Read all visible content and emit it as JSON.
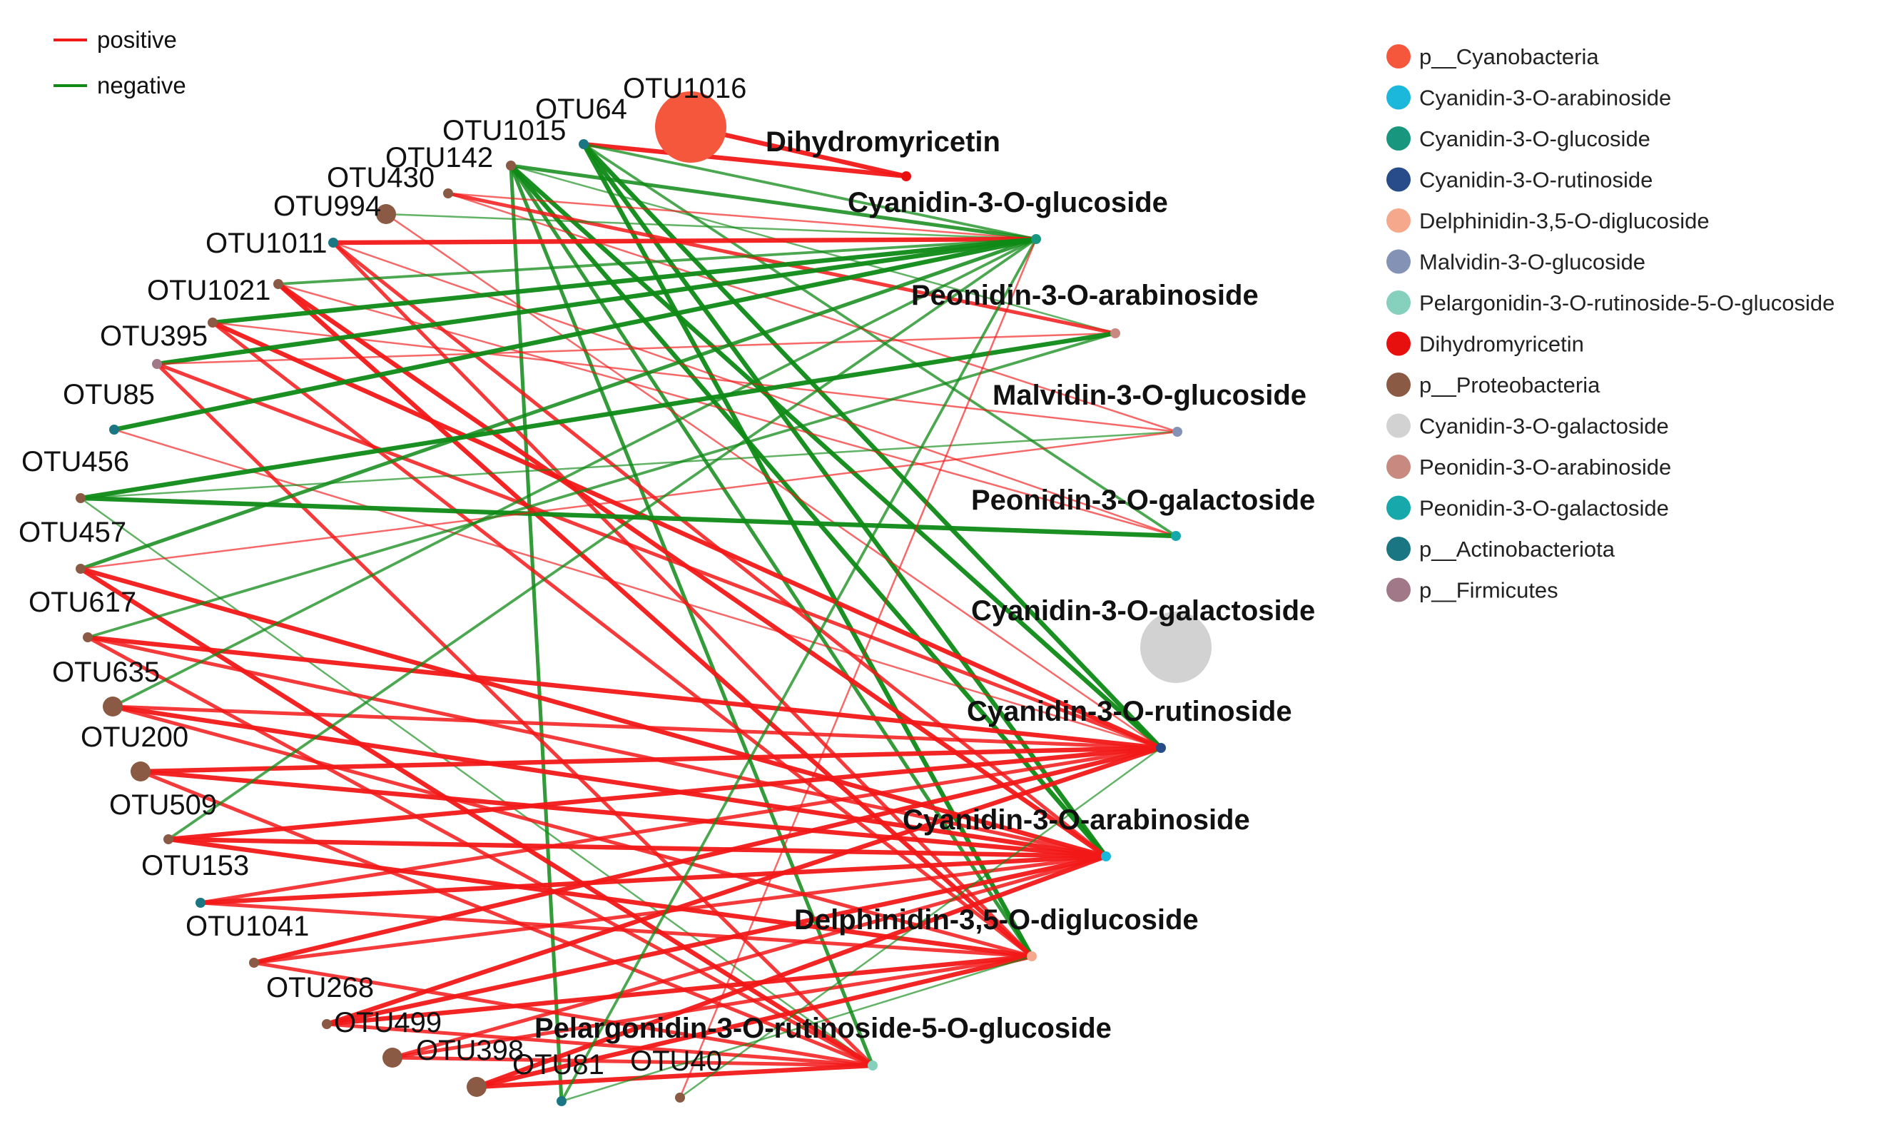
{
  "colors": {
    "positive": "#f21818",
    "negative": "#0f8a16"
  },
  "edge_legend": [
    {
      "label": "positive",
      "type": "positive"
    },
    {
      "label": "negative",
      "type": "negative"
    }
  ],
  "node_legend": [
    {
      "label": "p__Cyanobacteria",
      "color": "#f4573c"
    },
    {
      "label": "Cyanidin-3-O-arabinoside",
      "color": "#1cb8dc"
    },
    {
      "label": "Cyanidin-3-O-glucoside",
      "color": "#18967e"
    },
    {
      "label": "Cyanidin-3-O-rutinoside",
      "color": "#284c8a"
    },
    {
      "label": "Delphinidin-3,5-O-diglucoside",
      "color": "#f6a88c"
    },
    {
      "label": "Malvidin-3-O-glucoside",
      "color": "#8492b6"
    },
    {
      "label": "Pelargonidin-3-O-rutinoside-5-O-glucoside",
      "color": "#86d0be"
    },
    {
      "label": "Dihydromyricetin",
      "color": "#e8100e"
    },
    {
      "label": "p__Proteobacteria",
      "color": "#8a5a44"
    },
    {
      "label": "Cyanidin-3-O-galactoside",
      "color": "#d2d2d2"
    },
    {
      "label": "Peonidin-3-O-arabinoside",
      "color": "#c88a80"
    },
    {
      "label": "Peonidin-3-O-galactoside",
      "color": "#16a8aa"
    },
    {
      "label": "p__Actinobacteriota",
      "color": "#1a7682"
    },
    {
      "label": "p__Firmicutes",
      "color": "#a07888"
    }
  ],
  "nodes": [
    {
      "id": "OTU1016",
      "label": "OTU1016",
      "group": "p__Cyanobacteria",
      "size": "large"
    },
    {
      "id": "OTU64",
      "label": "OTU64",
      "group": "p__Actinobacteriota",
      "size": "small"
    },
    {
      "id": "OTU1015",
      "label": "OTU1015",
      "group": "p__Proteobacteria",
      "size": "small"
    },
    {
      "id": "OTU142",
      "label": "OTU142",
      "group": "p__Proteobacteria",
      "size": "small"
    },
    {
      "id": "OTU430",
      "label": "OTU430",
      "group": "p__Proteobacteria",
      "size": "medium"
    },
    {
      "id": "OTU994",
      "label": "OTU994",
      "group": "p__Actinobacteriota",
      "size": "small"
    },
    {
      "id": "OTU1011",
      "label": "OTU1011",
      "group": "p__Proteobacteria",
      "size": "small"
    },
    {
      "id": "OTU1021",
      "label": "OTU1021",
      "group": "p__Proteobacteria",
      "size": "small"
    },
    {
      "id": "OTU395",
      "label": "OTU395",
      "group": "p__Firmicutes",
      "size": "small"
    },
    {
      "id": "OTU85",
      "label": "OTU85",
      "group": "p__Actinobacteriota",
      "size": "small"
    },
    {
      "id": "OTU456",
      "label": "OTU456",
      "group": "p__Proteobacteria",
      "size": "small"
    },
    {
      "id": "OTU457",
      "label": "OTU457",
      "group": "p__Proteobacteria",
      "size": "small"
    },
    {
      "id": "OTU617",
      "label": "OTU617",
      "group": "p__Proteobacteria",
      "size": "small"
    },
    {
      "id": "OTU635",
      "label": "OTU635",
      "group": "p__Proteobacteria",
      "size": "medium"
    },
    {
      "id": "OTU200",
      "label": "OTU200",
      "group": "p__Proteobacteria",
      "size": "medium"
    },
    {
      "id": "OTU509",
      "label": "OTU509",
      "group": "p__Proteobacteria",
      "size": "small"
    },
    {
      "id": "OTU153",
      "label": "OTU153",
      "group": "p__Actinobacteriota",
      "size": "small"
    },
    {
      "id": "OTU1041",
      "label": "OTU1041",
      "group": "p__Proteobacteria",
      "size": "small"
    },
    {
      "id": "OTU268",
      "label": "OTU268",
      "group": "p__Proteobacteria",
      "size": "small"
    },
    {
      "id": "OTU499",
      "label": "OTU499",
      "group": "p__Proteobacteria",
      "size": "medium"
    },
    {
      "id": "OTU398",
      "label": "OTU398",
      "group": "p__Proteobacteria",
      "size": "medium"
    },
    {
      "id": "OTU81",
      "label": "OTU81",
      "group": "p__Actinobacteriota",
      "size": "small"
    },
    {
      "id": "OTU40",
      "label": "OTU40",
      "group": "p__Proteobacteria",
      "size": "small"
    },
    {
      "id": "DHM",
      "label": "Dihydromyricetin",
      "group": "Dihydromyricetin",
      "size": "small"
    },
    {
      "id": "C3G",
      "label": "Cyanidin-3-O-glucoside",
      "group": "Cyanidin-3-O-glucoside",
      "size": "small"
    },
    {
      "id": "Pn3Ara",
      "label": "Peonidin-3-O-arabinoside",
      "group": "Peonidin-3-O-arabinoside",
      "size": "small"
    },
    {
      "id": "Mv3G",
      "label": "Malvidin-3-O-glucoside",
      "group": "Malvidin-3-O-glucoside",
      "size": "small"
    },
    {
      "id": "Pn3Gal",
      "label": "Peonidin-3-O-galactoside",
      "group": "Peonidin-3-O-galactoside",
      "size": "small"
    },
    {
      "id": "C3Gal",
      "label": "Cyanidin-3-O-galactoside",
      "group": "Cyanidin-3-O-galactoside",
      "size": "large"
    },
    {
      "id": "C3Rut",
      "label": "Cyanidin-3-O-rutinoside",
      "group": "Cyanidin-3-O-rutinoside",
      "size": "small"
    },
    {
      "id": "C3Ara",
      "label": "Cyanidin-3-O-arabinoside",
      "group": "Cyanidin-3-O-arabinoside",
      "size": "small"
    },
    {
      "id": "Dp35",
      "label": "Delphinidin-3,5-O-diglucoside",
      "group": "Delphinidin-3,5-O-diglucoside",
      "size": "small"
    },
    {
      "id": "Pg3R5G",
      "label": "Pelargonidin-3-O-rutinoside-5-O-glucoside",
      "group": "Pelargonidin-3-O-rutinoside-5-O-glucoside",
      "size": "small"
    }
  ],
  "edges": [
    [
      "OTU1016",
      "DHM",
      "positive",
      4
    ],
    [
      "OTU64",
      "DHM",
      "positive",
      4
    ],
    [
      "OTU64",
      "C3G",
      "negative",
      2
    ],
    [
      "OTU64",
      "C3Rut",
      "negative",
      4
    ],
    [
      "OTU64",
      "C3Ara",
      "negative",
      4
    ],
    [
      "OTU64",
      "Dp35",
      "negative",
      4
    ],
    [
      "OTU64",
      "Pn3Gal",
      "negative",
      2
    ],
    [
      "OTU1015",
      "C3G",
      "negative",
      3
    ],
    [
      "OTU1015",
      "Pn3Ara",
      "negative",
      1
    ],
    [
      "OTU1015",
      "C3Rut",
      "negative",
      4
    ],
    [
      "OTU1015",
      "C3Ara",
      "negative",
      4
    ],
    [
      "OTU1015",
      "Dp35",
      "negative",
      3
    ],
    [
      "OTU1015",
      "Pg3R5G",
      "negative",
      3
    ],
    [
      "OTU1015",
      "OTU81",
      "negative",
      3
    ],
    [
      "OTU142",
      "Pn3Ara",
      "positive",
      3
    ],
    [
      "OTU142",
      "C3G",
      "positive",
      1
    ],
    [
      "OTU142",
      "Mv3G",
      "positive",
      1
    ],
    [
      "OTU430",
      "C3G",
      "negative",
      1
    ],
    [
      "OTU430",
      "C3Rut",
      "positive",
      1
    ],
    [
      "OTU994",
      "C3G",
      "positive",
      4
    ],
    [
      "OTU994",
      "Pn3Gal",
      "positive",
      1
    ],
    [
      "OTU994",
      "C3Ara",
      "positive",
      3
    ],
    [
      "OTU994",
      "Dp35",
      "positive",
      3
    ],
    [
      "OTU1011",
      "C3G",
      "negative",
      2
    ],
    [
      "OTU1011",
      "Pn3Gal",
      "positive",
      1
    ],
    [
      "OTU1011",
      "C3Ara",
      "positive",
      4
    ],
    [
      "OTU1011",
      "Dp35",
      "positive",
      4
    ],
    [
      "OTU1021",
      "C3G",
      "negative",
      4
    ],
    [
      "OTU1021",
      "Mv3G",
      "positive",
      1
    ],
    [
      "OTU1021",
      "C3Rut",
      "positive",
      4
    ],
    [
      "OTU1021",
      "Dp35",
      "positive",
      3
    ],
    [
      "OTU395",
      "C3G",
      "negative",
      4
    ],
    [
      "OTU395",
      "Pn3Ara",
      "positive",
      1
    ],
    [
      "OTU395",
      "C3Rut",
      "positive",
      3
    ],
    [
      "OTU395",
      "Pg3R5G",
      "positive",
      3
    ],
    [
      "OTU85",
      "C3G",
      "negative",
      4
    ],
    [
      "OTU85",
      "C3Rut",
      "positive",
      1
    ],
    [
      "OTU456",
      "Pn3Ara",
      "negative",
      4
    ],
    [
      "OTU456",
      "Mv3G",
      "negative",
      1
    ],
    [
      "OTU456",
      "Pn3Gal",
      "negative",
      4
    ],
    [
      "OTU456",
      "Pg3R5G",
      "negative",
      1
    ],
    [
      "OTU457",
      "C3G",
      "negative",
      3
    ],
    [
      "OTU457",
      "Mv3G",
      "positive",
      1
    ],
    [
      "OTU457",
      "C3Ara",
      "positive",
      4
    ],
    [
      "OTU457",
      "Pg3R5G",
      "positive",
      4
    ],
    [
      "OTU617",
      "C3Rut",
      "positive",
      4
    ],
    [
      "OTU617",
      "C3Ara",
      "positive",
      3
    ],
    [
      "OTU617",
      "Pg3R5G",
      "positive",
      3
    ],
    [
      "OTU617",
      "Pn3Ara",
      "negative",
      2
    ],
    [
      "OTU635",
      "C3G",
      "negative",
      2
    ],
    [
      "OTU635",
      "C3Rut",
      "positive",
      3
    ],
    [
      "OTU635",
      "C3Ara",
      "positive",
      4
    ],
    [
      "OTU635",
      "Dp35",
      "positive",
      3
    ],
    [
      "OTU200",
      "C3Rut",
      "positive",
      4
    ],
    [
      "OTU200",
      "C3Ara",
      "positive",
      4
    ],
    [
      "OTU200",
      "Pg3R5G",
      "positive",
      3
    ],
    [
      "OTU509",
      "C3G",
      "negative",
      2
    ],
    [
      "OTU509",
      "C3Rut",
      "positive",
      4
    ],
    [
      "OTU509",
      "C3Ara",
      "positive",
      4
    ],
    [
      "OTU509",
      "Dp35",
      "positive",
      4
    ],
    [
      "OTU153",
      "C3Rut",
      "positive",
      3
    ],
    [
      "OTU153",
      "C3Ara",
      "positive",
      4
    ],
    [
      "OTU153",
      "Dp35",
      "positive",
      3
    ],
    [
      "OTU1041",
      "C3Rut",
      "positive",
      4
    ],
    [
      "OTU1041",
      "C3Ara",
      "positive",
      3
    ],
    [
      "OTU1041",
      "Pg3R5G",
      "positive",
      3
    ],
    [
      "OTU268",
      "C3Rut",
      "positive",
      4
    ],
    [
      "OTU268",
      "C3Ara",
      "positive",
      4
    ],
    [
      "OTU268",
      "Dp35",
      "positive",
      4
    ],
    [
      "OTU268",
      "Pg3R5G",
      "positive",
      3
    ],
    [
      "OTU499",
      "C3Ara",
      "positive",
      3
    ],
    [
      "OTU499",
      "Dp35",
      "positive",
      3
    ],
    [
      "OTU499",
      "Pg3R5G",
      "positive",
      3
    ],
    [
      "OTU398",
      "C3Ara",
      "positive",
      4
    ],
    [
      "OTU398",
      "Dp35",
      "positive",
      4
    ],
    [
      "OTU398",
      "Pg3R5G",
      "positive",
      4
    ],
    [
      "OTU81",
      "C3G",
      "negative",
      2
    ],
    [
      "OTU81",
      "Dp35",
      "negative",
      1
    ],
    [
      "OTU40",
      "C3Rut",
      "negative",
      1
    ],
    [
      "OTU40",
      "C3G",
      "positive",
      1
    ]
  ]
}
